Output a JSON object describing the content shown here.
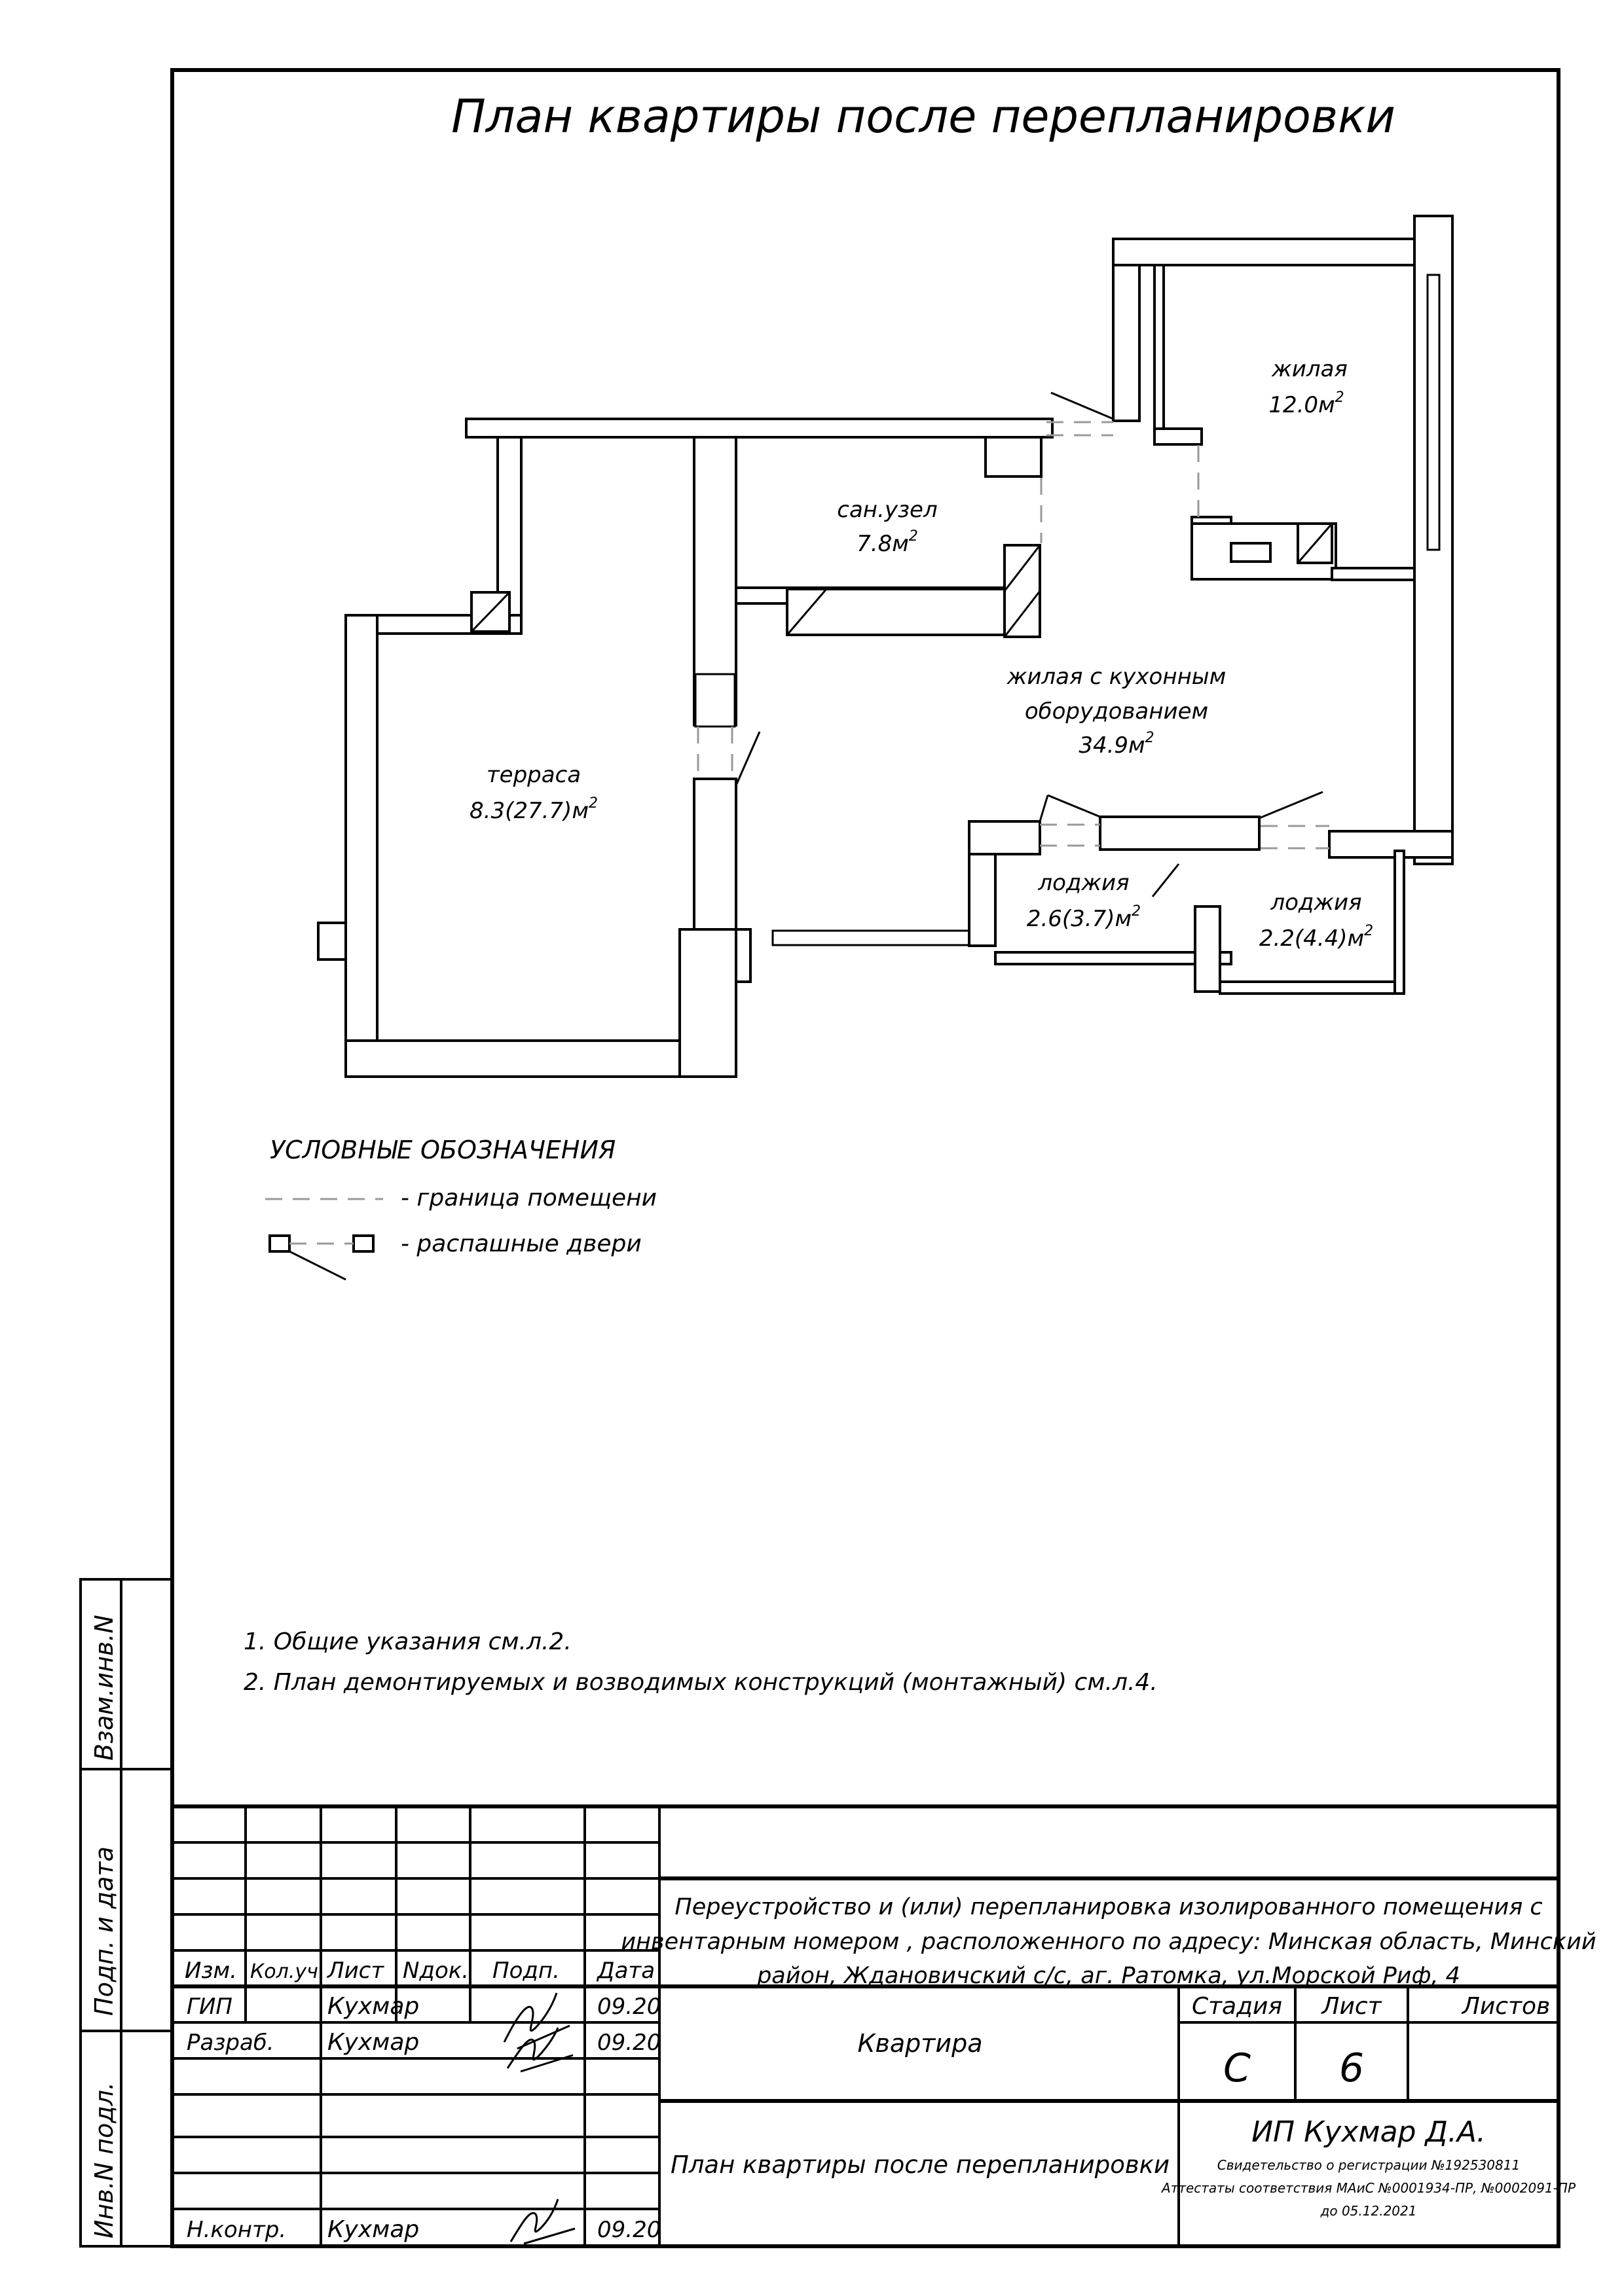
{
  "title": "План квартиры после перепланировки",
  "rooms": [
    {
      "name": "жилая",
      "area": "12.0м"
    },
    {
      "name": "сан.узел",
      "area": "7.8м"
    },
    {
      "name": "жилая с кухонным",
      "name2": "оборудованием",
      "area": "34.9м"
    },
    {
      "name": "терраса",
      "area": "8.3(27.7)м"
    },
    {
      "name": "лоджия",
      "area": "2.6(3.7)м"
    },
    {
      "name": "лоджия",
      "area": "2.2(4.4)м"
    }
  ],
  "area_exp": "2",
  "legend": {
    "title": "УСЛОВНЫЕ ОБОЗНАЧЕНИЯ",
    "items": [
      "- граница помещени",
      "- распашные двери"
    ]
  },
  "notes": [
    "1. Общие указания см.л.2.",
    "2. План демонтируемых и возводимых конструкций (монтажный) см.л.4."
  ],
  "side_stamps": [
    "Взам.инв.N",
    "Подп. и дата",
    "Инв.N подл."
  ],
  "title_block": {
    "headers": [
      "Изм.",
      "Кол.уч.",
      "Лист",
      "Nдок.",
      "Подп.",
      "Дата"
    ],
    "people": [
      {
        "role": "ГИП",
        "name": "Кухмар",
        "date": "09.20"
      },
      {
        "role": "Разраб.",
        "name": "Кухмар",
        "date": "09.20"
      },
      {
        "role": "Н.контр.",
        "name": "Кухмар",
        "date": "09.20"
      }
    ],
    "project": [
      "Переустройство и (или) перепланировка изолированного помещения с",
      "инвентарным номером , расположенного по адресу: Минская область, Минский",
      "район, Ждановичский с/с, аг. Ратомка, ул.Морской Риф, 4"
    ],
    "object": "Квартира",
    "sheet_name": "План квартиры после перепланировки",
    "stage_label": "Стадия",
    "sheet_label": "Лист",
    "sheets_label": "Листов",
    "stage": "С",
    "sheet": "6",
    "company": "ИП Кухмар Д.А.",
    "company_lines": [
      "Свидетельство о регистрации №192530811",
      "Аттестаты соответствия МАиС №0001934-ПР, №0002091-ПР",
      "до 05.12.2021"
    ]
  },
  "colors": {
    "ink": "#000000",
    "room_boundary": "#999999"
  }
}
